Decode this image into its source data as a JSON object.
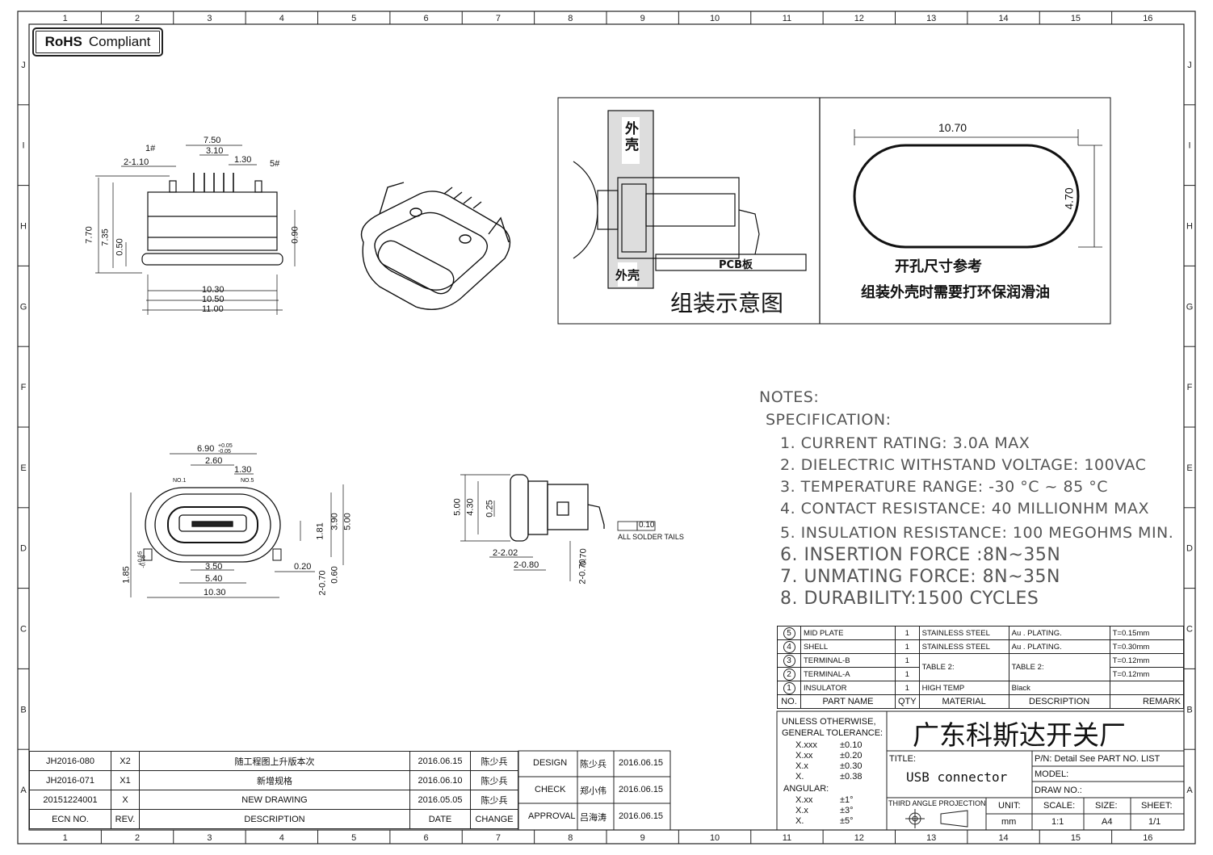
{
  "rohs": {
    "bold": "RoHS",
    "text": "Compliant"
  },
  "border": {
    "columns": [
      "1",
      "2",
      "3",
      "4",
      "5",
      "6",
      "7",
      "8",
      "9",
      "10",
      "11",
      "12",
      "13",
      "14",
      "15",
      "16"
    ],
    "rows": [
      "J",
      "I",
      "H",
      "G",
      "F",
      "E",
      "D",
      "C",
      "B",
      "A"
    ]
  },
  "top_view": {
    "dims": [
      "7.50",
      "3.10",
      "1.30",
      "2-1.10",
      "7.70",
      "7.35",
      "0.50",
      "0.90",
      "10.30",
      "10.50",
      "11.00"
    ],
    "pin1": "1#",
    "pin5": "5#"
  },
  "assembly": {
    "shell_top": "外壳",
    "shell_bottom": "外壳",
    "pcb": "PCB板",
    "caption": "组装示意图"
  },
  "cutout": {
    "width": "10.70",
    "height": "4.70",
    "caption1": "开孔尺寸参考",
    "caption2": "组装外壳时需要打环保润滑油"
  },
  "front_view": {
    "dims": [
      "6.90",
      "+0.05",
      "-0.05",
      "2.60",
      "1.30",
      "NO.1",
      "NO.5",
      "3.90",
      "5.00",
      "1.81",
      "3.50",
      "5.40",
      "10.30",
      "0.20",
      "0.60",
      "2-0.70",
      "1.85",
      "+0.05",
      "-0.05"
    ]
  },
  "side_view": {
    "dims": [
      "5.00",
      "4.30",
      "0.25",
      "2-2.02",
      "2-0.80",
      "0.70",
      "2-0.70",
      "0.10"
    ],
    "solder_note": "ALL SOLDER TAILS"
  },
  "notes": {
    "title": "NOTES:",
    "spec": "SPECIFICATION:",
    "items": [
      "1. CURRENT RATING: 3.0A MAX",
      "2. DIELECTRIC WITHSTAND VOLTAGE: 100VAC",
      "3. TEMPERATURE RANGE: -30 °C ~ 85 °C",
      "4. CONTACT RESISTANCE: 40 MILLIONHM MAX",
      "5. INSULATION RESISTANCE: 100 MEGOHMS MIN.",
      "6. INSERTION FORCE :8N~35N",
      "7. UNMATING FORCE: 8N~35N",
      "8. DURABILITY:1500 CYCLES"
    ]
  },
  "bom": {
    "rows": [
      {
        "no": "5",
        "part": "MID PLATE",
        "qty": "1",
        "material": "STAINLESS STEEL",
        "desc": "Au . PLATING.",
        "remark": "T=0.15mm"
      },
      {
        "no": "4",
        "part": "SHELL",
        "qty": "1",
        "material": "STAINLESS STEEL",
        "desc": "Au . PLATING.",
        "remark": "T=0.30mm"
      },
      {
        "no": "3",
        "part": "TERMINAL-B",
        "qty": "1",
        "material": "TABLE 2:",
        "desc": "TABLE 2:",
        "remark": "T=0.12mm"
      },
      {
        "no": "2",
        "part": "TERMINAL-A",
        "qty": "1",
        "material": "",
        "desc": "",
        "remark": "T=0.12mm"
      },
      {
        "no": "1",
        "part": "INSULATOR",
        "qty": "1",
        "material": "HIGH TEMP",
        "desc": "Black",
        "remark": ""
      }
    ],
    "header": {
      "no": "NO.",
      "part": "PART NAME",
      "qty": "QTY",
      "material": "MATERIAL",
      "desc": "DESCRIPTION",
      "remark": "REMARK"
    }
  },
  "tolerance": {
    "title1": "UNLESS OTHERWISE,",
    "title2": "GENERAL TOLERANCE:",
    "rows": [
      [
        "X.xxx",
        "±0.10"
      ],
      [
        "X.xx",
        "±0.20"
      ],
      [
        "X.x",
        "±0.30"
      ],
      [
        "X.",
        "±0.38"
      ]
    ],
    "angular": "ANGULAR:",
    "angles": [
      [
        "X.xx",
        "±1°"
      ],
      [
        "X.x",
        "±3°"
      ],
      [
        "X.",
        "±5°"
      ]
    ]
  },
  "title_block": {
    "company": "广东科斯达开关厂",
    "title_label": "TITLE:",
    "title": "USB connector",
    "pn": "P/N: Detail See PART NO. LIST",
    "model": "MODEL:",
    "drawno": "DRAW NO.:",
    "projection": "THIRD ANGLE PROJECTION",
    "unit_label": "UNIT:",
    "unit": "mm",
    "scale_label": "SCALE:",
    "scale": "1:1",
    "size_label": "SIZE:",
    "size": "A4",
    "sheet_label": "SHEET:",
    "sheet": "1/1"
  },
  "approvals": [
    {
      "role": "DESIGN",
      "name": "陈少兵",
      "date": "2016.06.15"
    },
    {
      "role": "CHECK",
      "name": "郑小伟",
      "date": "2016.06.15"
    },
    {
      "role": "APPROVAL",
      "name": "吕海涛",
      "date": "2016.06.15"
    }
  ],
  "revisions": [
    {
      "ecn": "JH2016-080",
      "rev": "X2",
      "desc": "随工程图上升版本次",
      "date": "2016.06.15",
      "change": "陈少兵"
    },
    {
      "ecn": "JH2016-071",
      "rev": "X1",
      "desc": "新增规格",
      "date": "2016.06.10",
      "change": "陈少兵"
    },
    {
      "ecn": "20151224001",
      "rev": "X",
      "desc": "NEW DRAWING",
      "date": "2016.05.05",
      "change": "陈少兵"
    }
  ],
  "rev_header": {
    "ecn": "ECN NO.",
    "rev": "REV.",
    "desc": "DESCRIPTION",
    "date": "DATE",
    "change": "CHANGE"
  }
}
